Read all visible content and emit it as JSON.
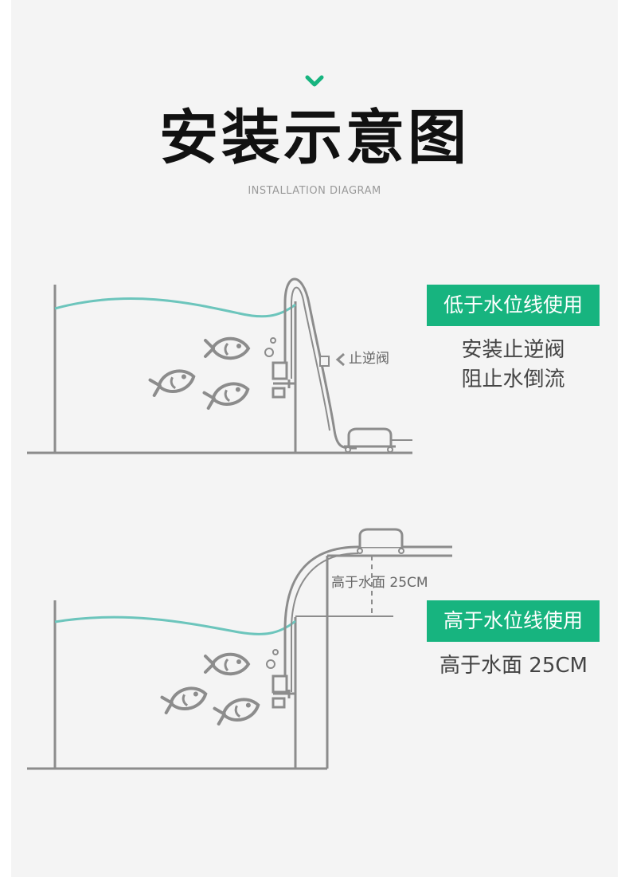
{
  "header": {
    "title": "安装示意图",
    "subtitle": "INSTALLATION DIAGRAM"
  },
  "panel_1": {
    "badge": "低于水位线使用",
    "description_line_1": "安装止逆阀",
    "description_line_2": "阻止水倒流",
    "valve_label": "止逆阀"
  },
  "panel_2": {
    "badge": "高于水位线使用",
    "description": "高于水面 25CM",
    "height_label": "高于水面 25CM"
  },
  "colors": {
    "accent": "#17b47f",
    "water_line": "#6cc5bc",
    "line_gray": "#8c8c8c",
    "background": "#f4f4f4"
  },
  "icons": [
    "chevron-down-icon",
    "fish-icon",
    "bubble-icon",
    "pump-icon",
    "check-valve-icon"
  ]
}
